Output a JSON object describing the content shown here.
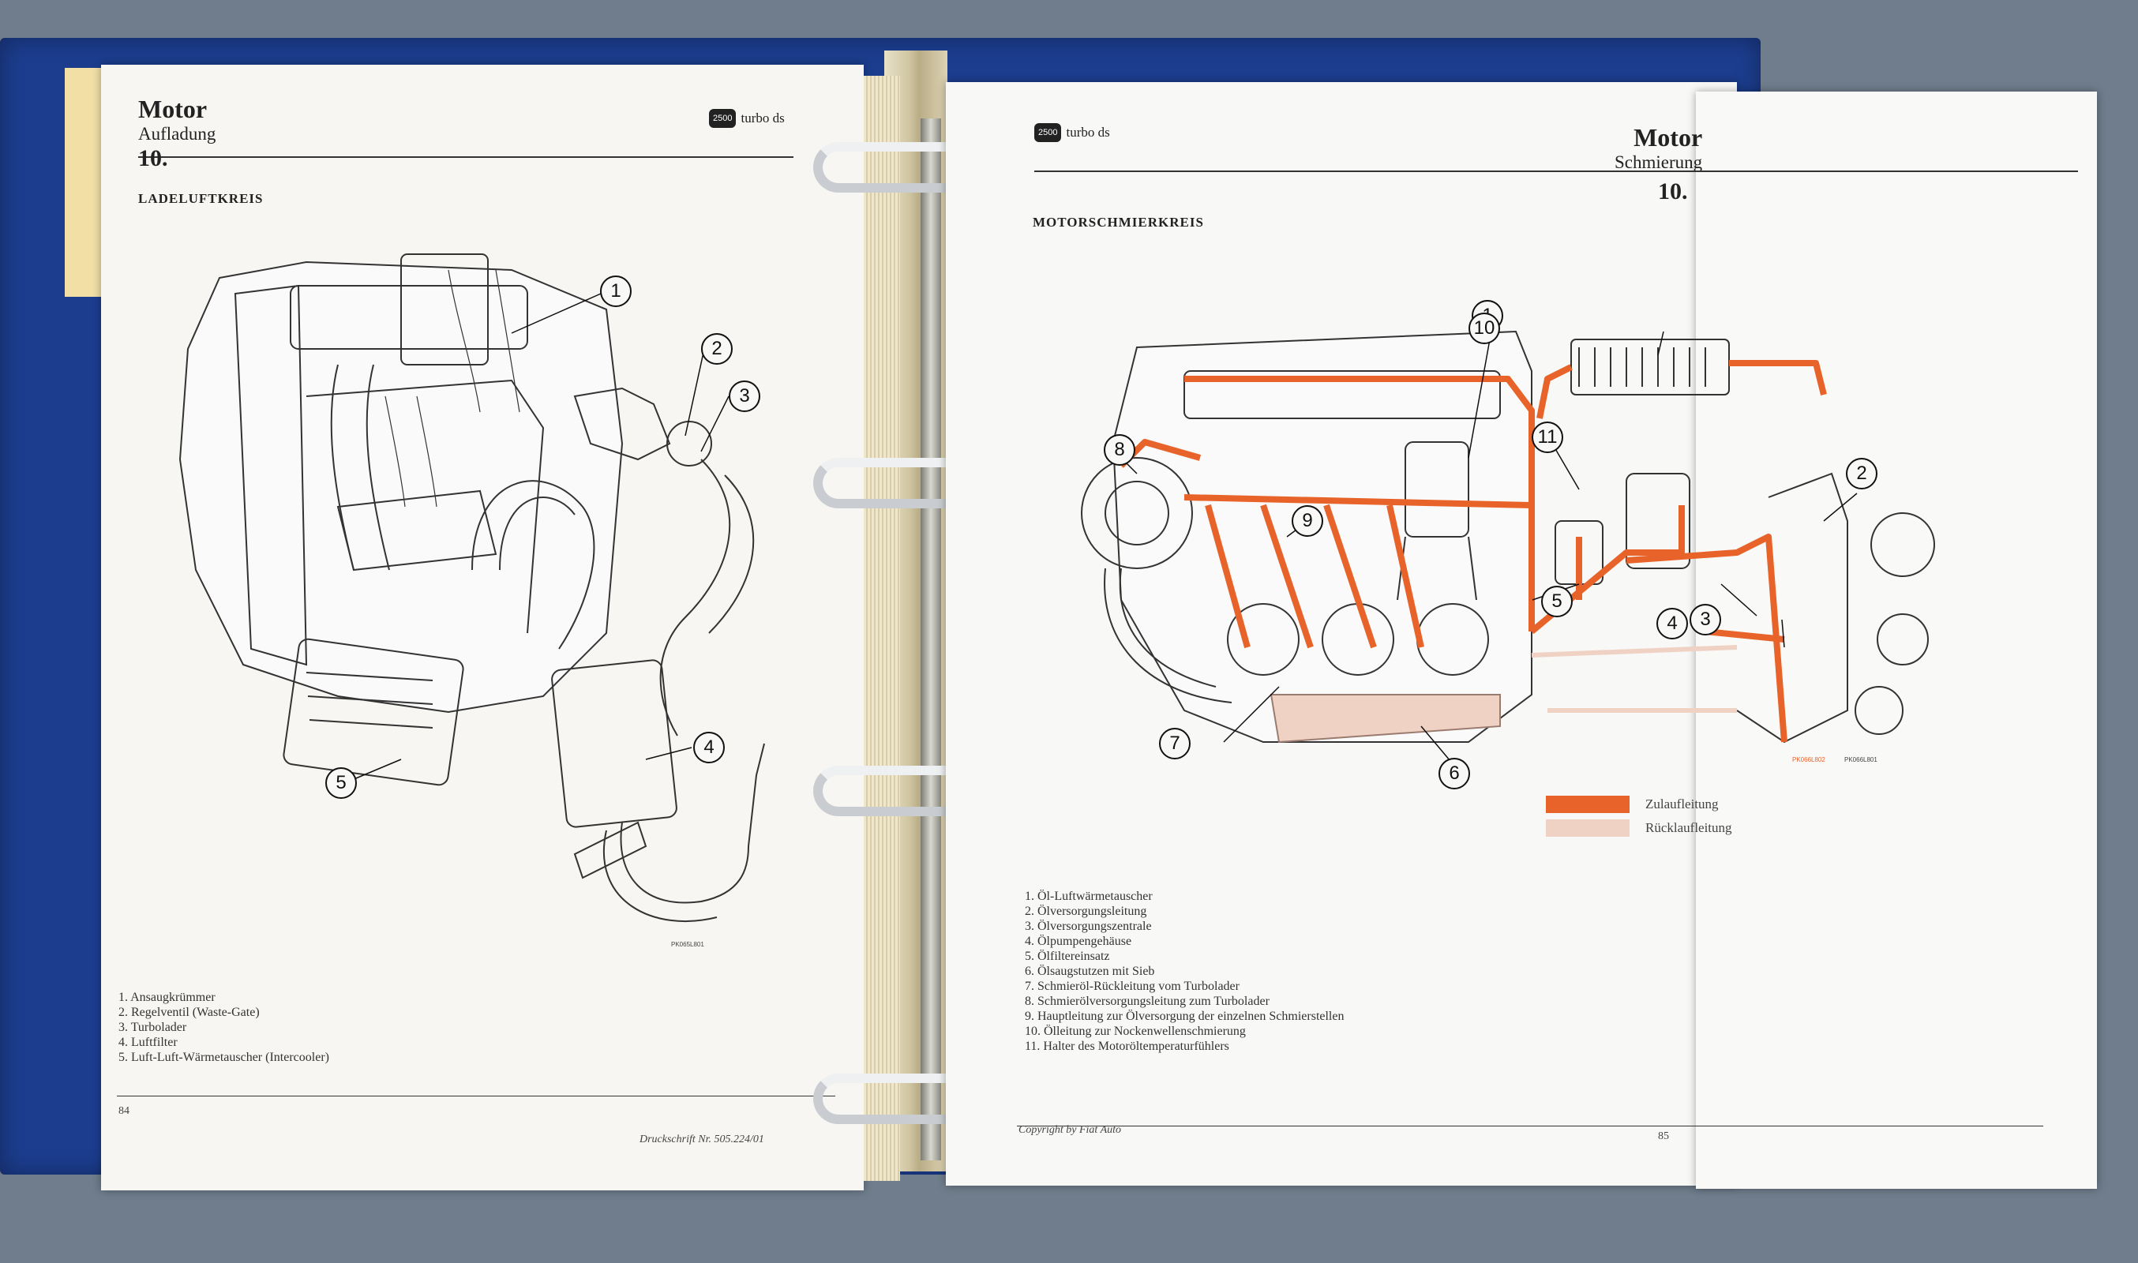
{
  "left_page": {
    "title": "Motor",
    "subtitle": "Aufladung",
    "chapter": "10.",
    "logo_number": "2500",
    "logo_text": "turbo ds",
    "section": "LADELUFTKREIS",
    "figure_code": "PK065L801",
    "callouts": [
      "1",
      "2",
      "3",
      "4",
      "5"
    ],
    "legend": [
      "1. Ansaugkrümmer",
      "2. Regelventil (Waste-Gate)",
      "3. Turbolader",
      "4. Luftfilter",
      "5. Luft-Luft-Wärmetauscher (Intercooler)"
    ],
    "page_number": "84",
    "footer": "Druckschrift Nr. 505.224/01"
  },
  "right_page": {
    "logo_number": "2500",
    "logo_text": "turbo ds",
    "title": "Motor",
    "subtitle": "Schmierung",
    "chapter": "10.",
    "section": "MOTORSCHMIERKREIS",
    "callouts": [
      "1",
      "2",
      "3",
      "4",
      "5",
      "6",
      "7",
      "8",
      "9",
      "10",
      "11"
    ],
    "figure_codes": [
      "PK066L802",
      "PK066L801"
    ],
    "key": [
      {
        "label": "Zulaufleitung",
        "color": "#e8632a"
      },
      {
        "label": "Rücklaufleitung",
        "color": "#f0d2c4"
      }
    ],
    "legend": [
      "1. Öl-Luftwärmetauscher",
      "2. Ölversorgungsleitung",
      "3. Ölversorgungszentrale",
      "4. Ölpumpengehäuse",
      "5. Ölfiltereinsatz",
      "6. Ölsaugstutzen mit Sieb",
      "7. Schmieröl-Rückleitung vom Turbolader",
      "8. Schmierölversorgungsleitung zum Turbolader",
      "9. Hauptleitung zur Ölversorgung der einzelnen Schmierstellen",
      "10. Ölleitung zur Nockenwellenschmierung",
      "11. Halter des Motoröltemperaturfühlers"
    ],
    "footer": "Copyright by Fiat Auto",
    "page_number": "85"
  },
  "colors": {
    "binder": "#1c3d8e",
    "supply_line": "#e8632a",
    "return_line": "#f0d2c4"
  }
}
